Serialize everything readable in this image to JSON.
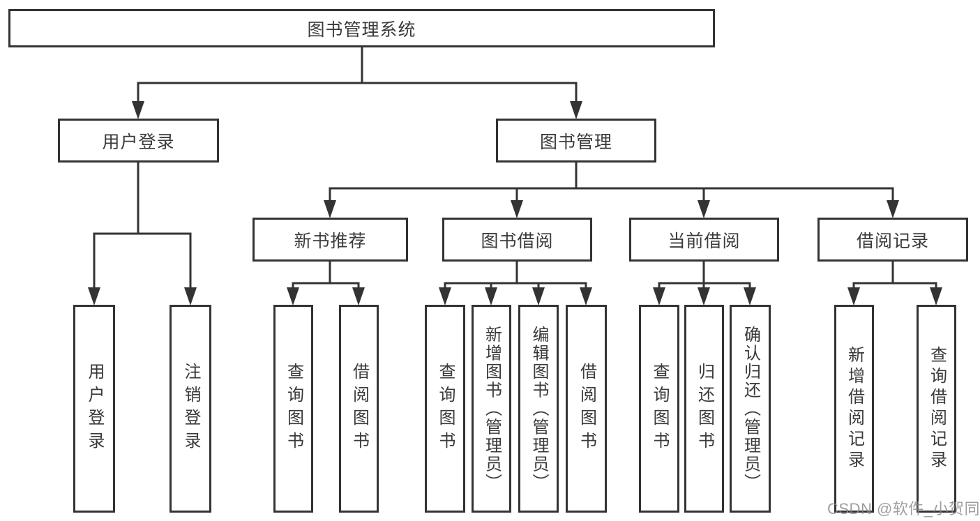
{
  "tree": {
    "label": "图书管理系统",
    "children": [
      {
        "label": "用户登录",
        "children": [
          {
            "label": "用户登录"
          },
          {
            "label": "注销登录"
          }
        ]
      },
      {
        "label": "图书管理",
        "children": [
          {
            "label": "新书推荐",
            "children": [
              {
                "label": "查询图书"
              },
              {
                "label": "借阅图书"
              }
            ]
          },
          {
            "label": "图书借阅",
            "children": [
              {
                "label": "查询图书"
              },
              {
                "label": "新增图书（管理员）"
              },
              {
                "label": "编辑图书（管理员）"
              },
              {
                "label": "借阅图书"
              }
            ]
          },
          {
            "label": "当前借阅",
            "children": [
              {
                "label": "查询图书"
              },
              {
                "label": "归还图书"
              },
              {
                "label": "确认归还（管理员）"
              }
            ]
          },
          {
            "label": "借阅记录",
            "children": [
              {
                "label": "新增借阅记录"
              },
              {
                "label": "查询借阅记录"
              }
            ]
          }
        ]
      }
    ]
  },
  "watermark": {
    "text": "CSDN @软件_小贺同学"
  },
  "colors": {
    "line": "#333333",
    "box_border": "#333333",
    "box_fill": "#ffffff",
    "text": "#3a3a3a",
    "background": "#ffffff",
    "watermark": "#8a8a8a"
  }
}
